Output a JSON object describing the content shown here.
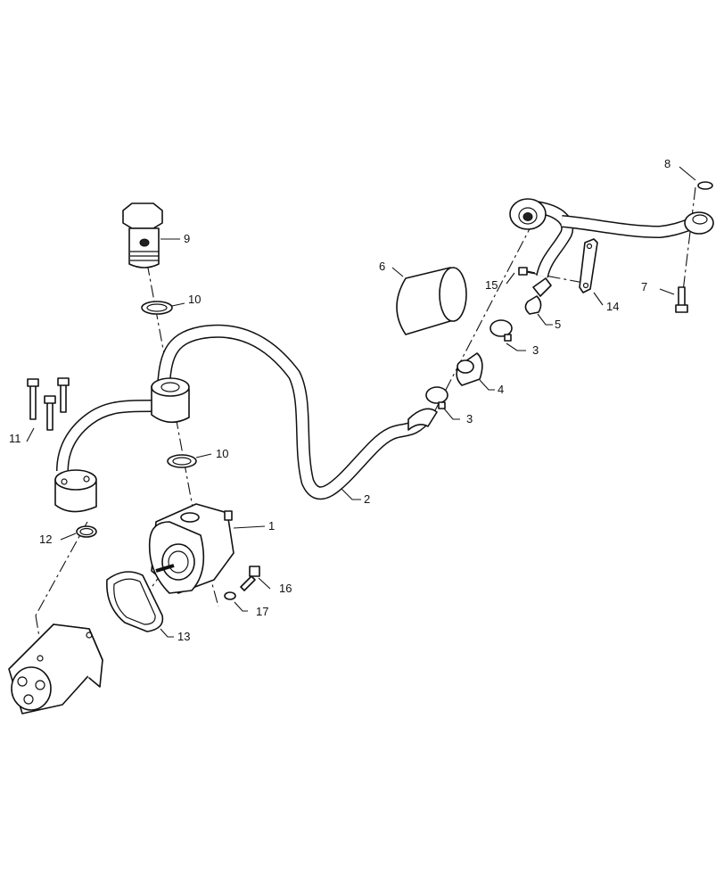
{
  "diagram": {
    "callouts": [
      {
        "id": "c1",
        "text": "1"
      },
      {
        "id": "c2",
        "text": "2"
      },
      {
        "id": "c3a",
        "text": "3"
      },
      {
        "id": "c3b",
        "text": "3"
      },
      {
        "id": "c4",
        "text": "4"
      },
      {
        "id": "c5",
        "text": "5"
      },
      {
        "id": "c6",
        "text": "6"
      },
      {
        "id": "c7",
        "text": "7"
      },
      {
        "id": "c8",
        "text": "8"
      },
      {
        "id": "c9",
        "text": "9"
      },
      {
        "id": "c10a",
        "text": "10"
      },
      {
        "id": "c10b",
        "text": "10"
      },
      {
        "id": "c11",
        "text": "11"
      },
      {
        "id": "c12",
        "text": "12"
      },
      {
        "id": "c13",
        "text": "13"
      },
      {
        "id": "c14",
        "text": "14"
      },
      {
        "id": "c15",
        "text": "15"
      },
      {
        "id": "c16",
        "text": "16"
      },
      {
        "id": "c17",
        "text": "17"
      }
    ]
  }
}
